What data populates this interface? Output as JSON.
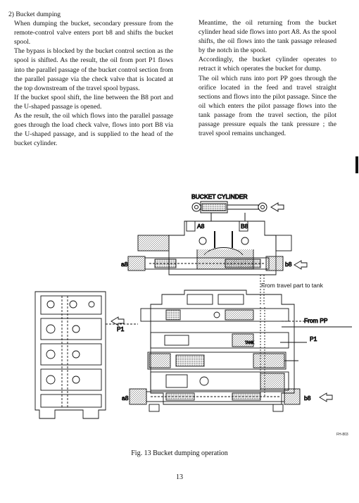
{
  "section": {
    "heading": "2) Bucket dumping",
    "left_paragraphs": [
      "When dumping the bucket, secondary pressure from the remote-control valve enters port b8 and shifts the bucket spool.",
      "The bypass is blocked by the bucket control section as the spool is shifted. As the result, the oil from port P1 flows into the parallel passage of the bucket control section from the parallel passage via the check valve that is located at the top downstream of the travel spool bypass.",
      "If the bucket spool shift, the line between the B8 port and the U-shaped passage is opened.",
      "As the result, the oil which flows into the parallel passage goes through the load check valve, flows into port B8 via the U-shaped passage, and is supplied to the head of the bucket cylinder."
    ],
    "right_paragraphs": [
      "Meantime, the oil returning from the bucket cylinder head side flows into port A8. As the spool shifts, the oil flows into the tank passage released by the notch in the spool.",
      "Accordingly, the bucket cylinder operates to retract it which operates the bucket for dump.",
      "The oil which runs into port PP goes through the orifice located in the feed and travel straight sections and flows into the pilot passage. Since the oil which enters the pilot passage flows into the tank passage from the travel section, the pilot passage pressure equals the tank pressure ; the travel spool remains unchanged."
    ]
  },
  "figure": {
    "labels": {
      "bucket_cylinder": "BUCKET CYLINDER",
      "port_a8": "A8",
      "port_b8": "B8",
      "pilot_a8_top": "a8",
      "pilot_b8_top": "b8",
      "from_travel": "From travel part to tank",
      "from_pp": "From PP",
      "p1_right": "P1",
      "p1_left": "P1",
      "tank": "TANK",
      "pilot_a8_bottom": "a8",
      "pilot_b8_bottom": "b8",
      "figure_code": "FH-803"
    },
    "caption": "Fig. 13  Bucket dumping operation"
  },
  "page_number": "13"
}
